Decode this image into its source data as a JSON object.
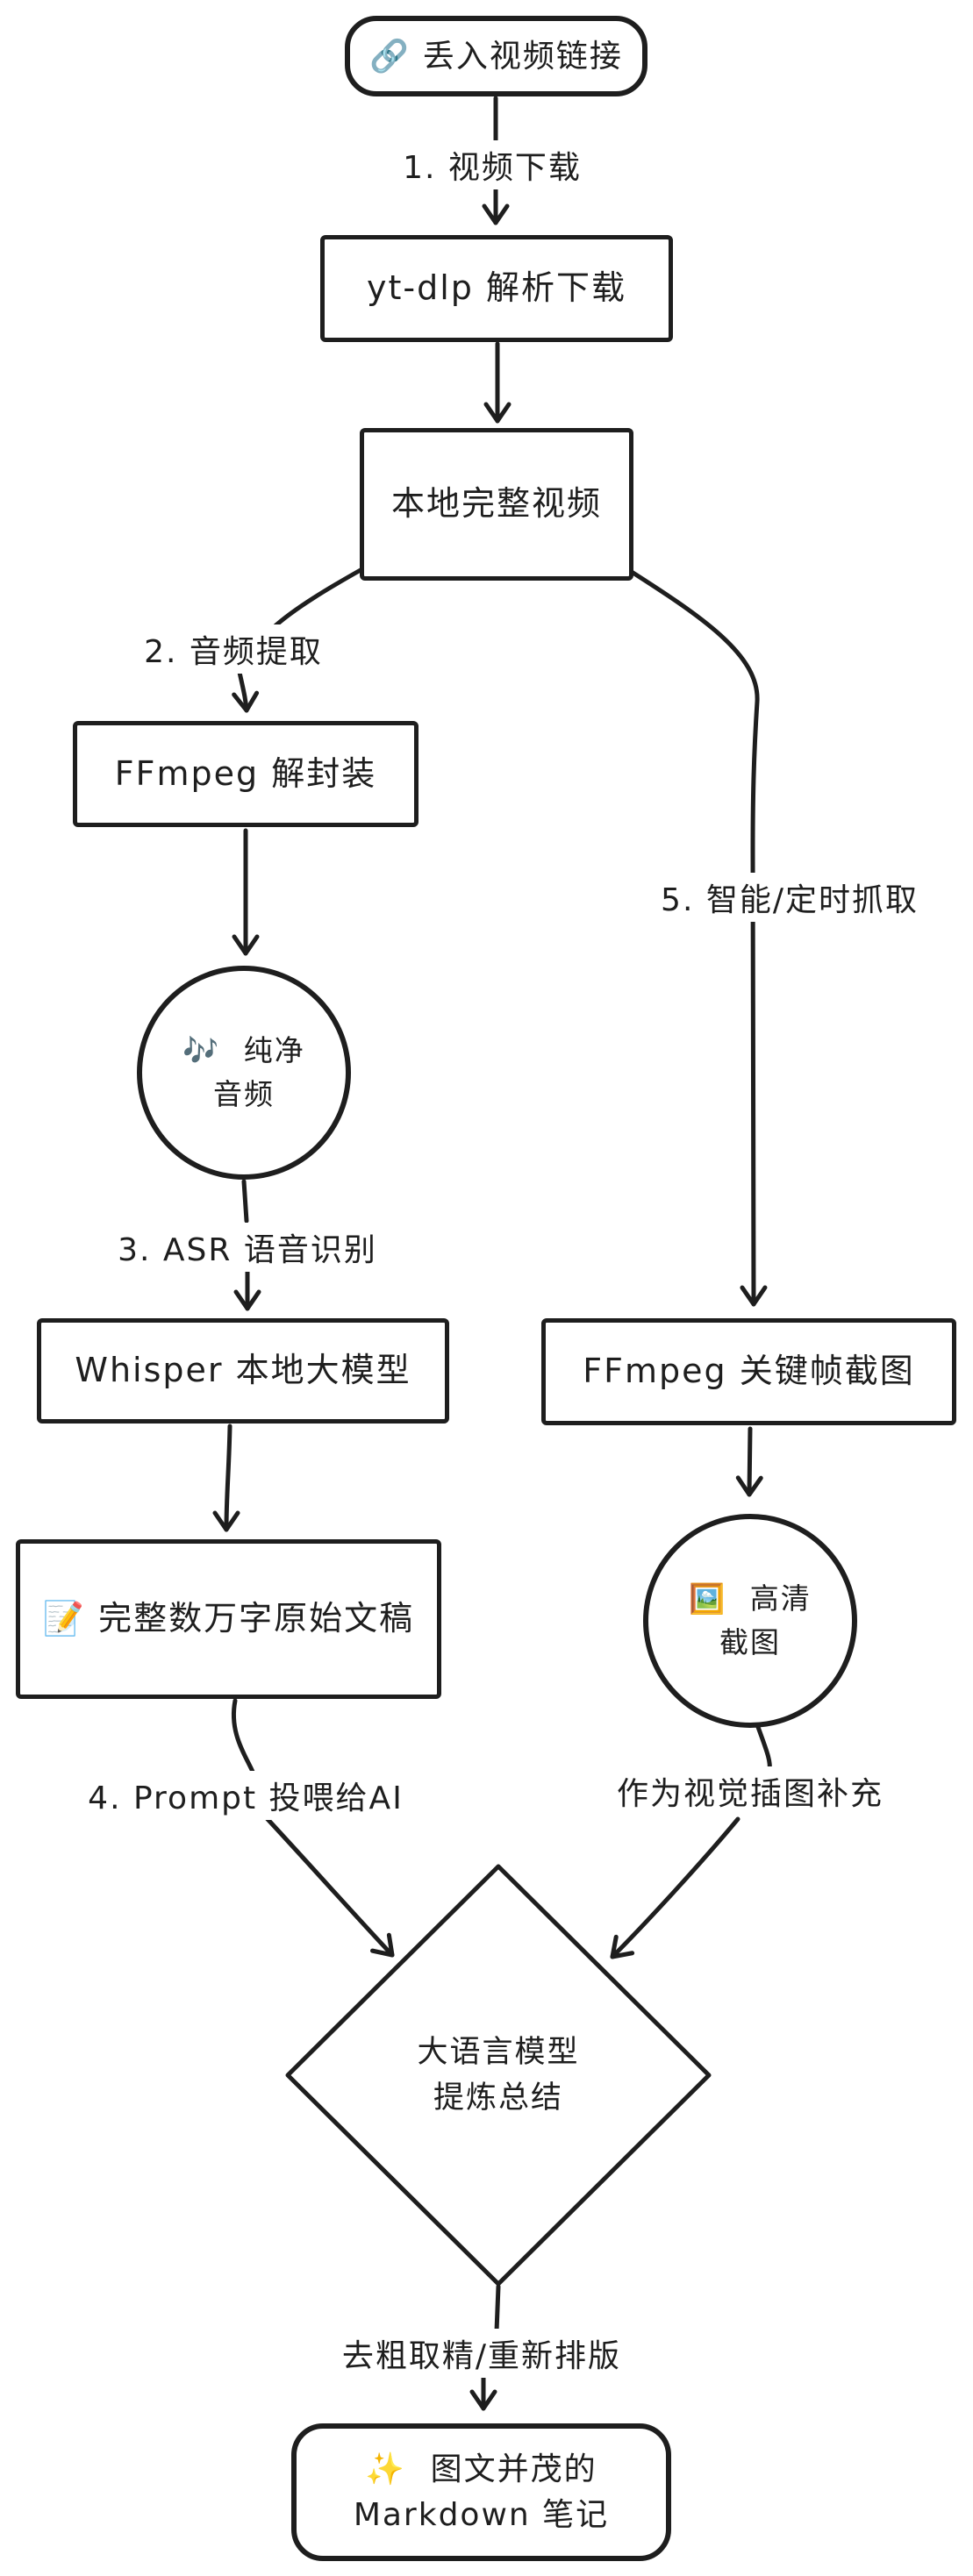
{
  "diagram": {
    "title_hint": "video to markdown notes pipeline flowchart",
    "colors": {
      "stroke": "#1e1e1e",
      "background": "#ffffff"
    },
    "nodes": {
      "input": {
        "icon": "🔗",
        "label": "丢入视频链接"
      },
      "ytdlp": {
        "label": "yt-dlp 解析下载"
      },
      "local_video": {
        "label": "本地完整视频"
      },
      "ffmpeg_demux": {
        "label": "FFmpeg 解封装"
      },
      "pure_audio": {
        "icon": "🎶",
        "line1": "纯净",
        "line2": "音频"
      },
      "whisper": {
        "label": "Whisper 本地大模型"
      },
      "transcript": {
        "icon": "📝",
        "label": "完整数万字原始文稿"
      },
      "ffmpeg_keyframe": {
        "label": "FFmpeg 关键帧截图"
      },
      "hd_screenshot": {
        "icon": "🖼️",
        "line1": "高清",
        "line2": "截图"
      },
      "llm": {
        "line1": "大语言模型",
        "line2": "提炼总结"
      },
      "output": {
        "icon": "✨",
        "line1": "图文并茂的",
        "line2": "Markdown 笔记"
      }
    },
    "edge_labels": {
      "step1": "1. 视频下载",
      "step2": "2. 音频提取",
      "step3": "3. ASR 语音识别",
      "step4": "4. Prompt 投喂给AI",
      "step5": "5. 智能/定时抓取",
      "visual": "作为视觉插图补充",
      "refine": "去粗取精/重新排版"
    }
  }
}
